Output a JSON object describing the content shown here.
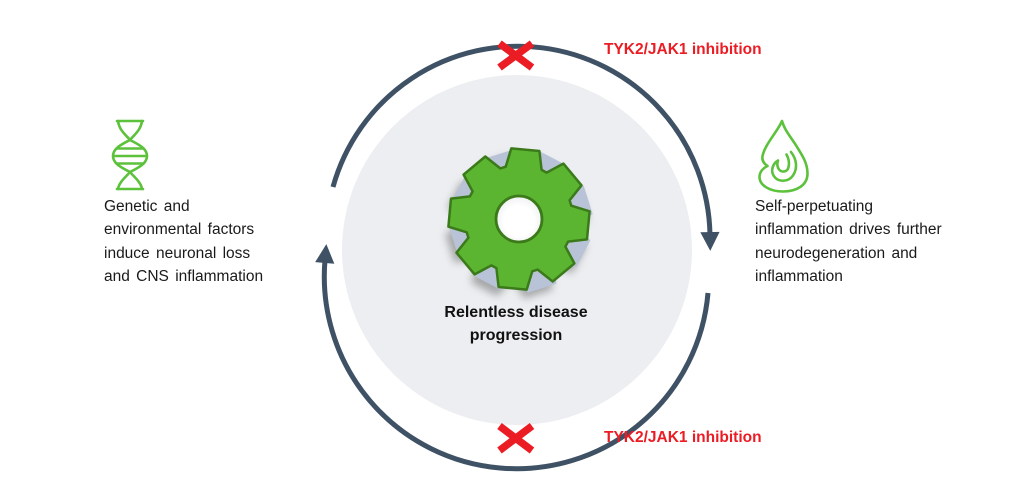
{
  "cycle": {
    "center_label_lines": [
      "Relentless disease",
      "progression"
    ],
    "top_inhibition_label": "TYK2/JAK1 inhibition",
    "bottom_inhibition_label": "TYK2/JAK1 inhibition"
  },
  "captions": {
    "left_lines": [
      "Genetic and",
      "environmental factors",
      "induce neuronal loss",
      "and CNS inflammation"
    ],
    "right_lines": [
      "Self-perpetuating",
      "inflammation drives further",
      "neurodegeneration and",
      "inflammation"
    ]
  },
  "icons": {
    "center": "gear-icon",
    "left": "dna-icon",
    "right": "flame-icon",
    "inhibition_marker": "red-x-icon",
    "cycle_arrows": "clockwise-arc-arrows"
  },
  "colors": {
    "gear_green": "#5CB531",
    "gear_outline_green": "#3B7A1A",
    "icon_green": "#5CC13B",
    "arc_slate": "#3F5164",
    "inhibition_red": "#EC1C24",
    "circle_fill": "#ECEEF1",
    "gear_shadow_blue": "#B9C3D7",
    "text_black": "#1A1A1A"
  }
}
